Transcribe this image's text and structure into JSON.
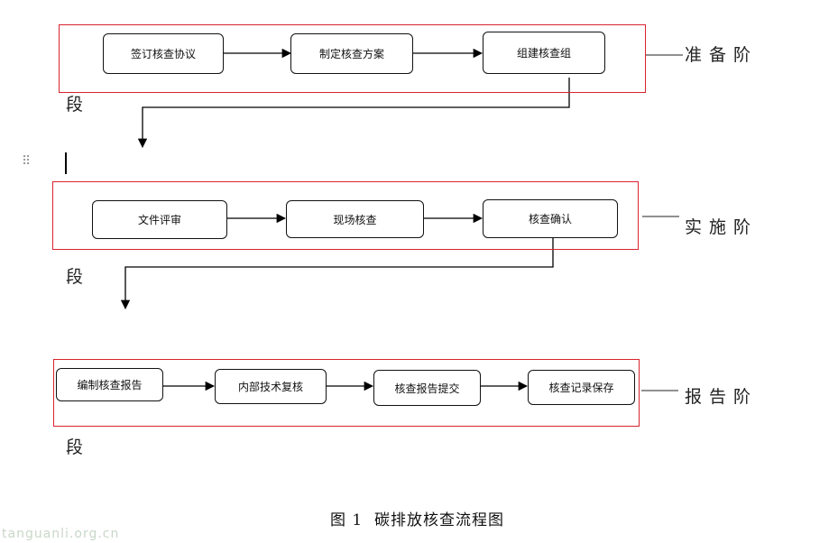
{
  "stages": [
    {
      "phase_label": "准备阶",
      "phase_label_end": "段",
      "steps": [
        "签订核查协议",
        "制定核查方案",
        "组建核查组"
      ]
    },
    {
      "phase_label": "实施阶",
      "phase_label_end": "段",
      "steps": [
        "文件评审",
        "现场核查",
        "核查确认"
      ]
    },
    {
      "phase_label": "报告阶",
      "phase_label_end": "段",
      "steps": [
        "编制核查报告",
        "内部技术复核",
        "核查报告提交",
        "核查记录保存"
      ]
    }
  ],
  "caption": "图 1  碳排放核查流程图",
  "watermark": "tanguanli.org.cn",
  "editor_ui": {
    "drag_handle_icon": "drag-handle-icon",
    "text_cursor": "text-cursor"
  },
  "colors": {
    "frame": "#d9232e",
    "node_border": "#111111",
    "arrow": "#000000",
    "watermark": "#c9d7c9"
  }
}
